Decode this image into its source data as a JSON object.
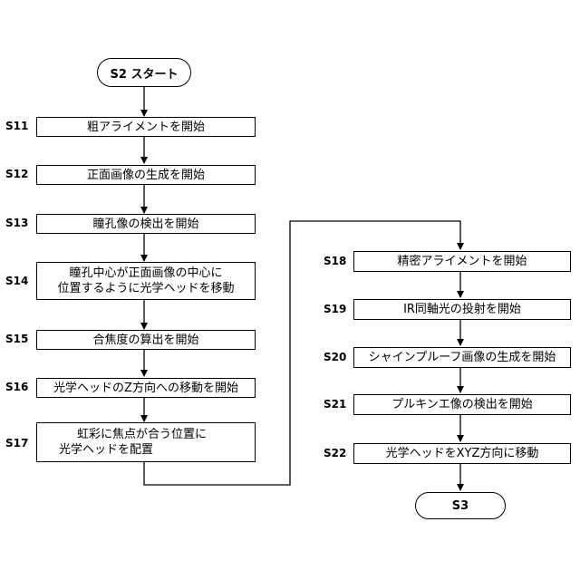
{
  "start": {
    "label": "S2 スタート"
  },
  "end": {
    "label": "S3"
  },
  "steps": [
    {
      "id": "S11",
      "lines": [
        "粗アライメントを開始"
      ]
    },
    {
      "id": "S12",
      "lines": [
        "正面画像の生成を開始"
      ]
    },
    {
      "id": "S13",
      "lines": [
        "瞳孔像の検出を開始"
      ]
    },
    {
      "id": "S14",
      "lines": [
        "瞳孔中心が正面画像の中心に",
        "位置するように光学ヘッドを移動"
      ]
    },
    {
      "id": "S15",
      "lines": [
        "合焦度の算出を開始"
      ]
    },
    {
      "id": "S16",
      "lines": [
        "光学ヘッドのZ方向への移動を開始"
      ]
    },
    {
      "id": "S17",
      "lines": [
        "虹彩に焦点が合う位置に",
        "光学ヘッドを配置"
      ]
    },
    {
      "id": "S18",
      "lines": [
        "精密アライメントを開始"
      ]
    },
    {
      "id": "S19",
      "lines": [
        "IR同軸光の投射を開始"
      ]
    },
    {
      "id": "S20",
      "lines": [
        "シャインプルーフ画像の生成を開始"
      ]
    },
    {
      "id": "S21",
      "lines": [
        "プルキンエ像の検出を開始"
      ]
    },
    {
      "id": "S22",
      "lines": [
        "光学ヘッドをXYZ方向に移動"
      ]
    }
  ]
}
